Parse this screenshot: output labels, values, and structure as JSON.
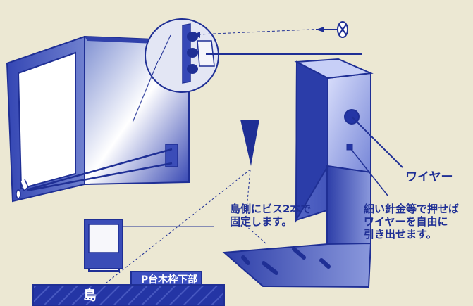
{
  "diagram": {
    "labels": {
      "wire": "ワイヤー",
      "pull_note": "細い針金等で押せば\nワイヤーを自由に\n引き出せます。",
      "screw_note": "島側にビス2本で\n固定します。",
      "frame_bottom": "P台木枠下部",
      "island": "島"
    }
  }
}
